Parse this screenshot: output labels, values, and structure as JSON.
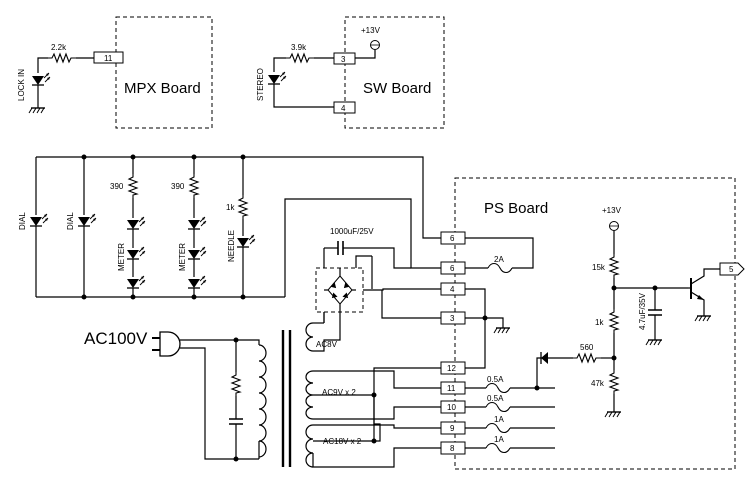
{
  "boards": {
    "mpx": "MPX Board",
    "sw": "SW Board",
    "ps": "PS Board"
  },
  "pins": {
    "mpx_11": "11",
    "sw_3": "3",
    "sw_4": "4",
    "ps_6a": "6",
    "ps_6b": "6",
    "ps_4": "4",
    "ps_3": "3",
    "ps_12": "12",
    "ps_11": "11",
    "ps_10": "10",
    "ps_9": "9",
    "ps_8": "8",
    "out_5": "5"
  },
  "labels": {
    "lock_in": "LOCK IN",
    "stereo": "STEREO",
    "r_2k2": "2.2k",
    "r_3k9": "3.9k",
    "plus13_sw": "+13V",
    "plus13_ps": "+13V",
    "dial1": "DIAL",
    "dial2": "DIAL",
    "meter1": "METER",
    "meter2": "METER",
    "needle": "NEEDLE",
    "r_390a": "390",
    "r_390b": "390",
    "r_1k_needle": "1k",
    "cap_1000": "1000uF/25V",
    "fuse_2a": "2A",
    "ac100": "AC100V",
    "ac8": "AC8V",
    "ac9x2": "AC9V x 2",
    "ac18x2": "AC18V x 2",
    "fuse_05a_1": "0.5A",
    "fuse_05a_2": "0.5A",
    "fuse_1a_1": "1A",
    "fuse_1a_2": "1A",
    "r_15k": "15k",
    "r_1k_ps": "1k",
    "r_47k": "47k",
    "r_560": "560",
    "cap_47": "4.7uF/35V"
  }
}
